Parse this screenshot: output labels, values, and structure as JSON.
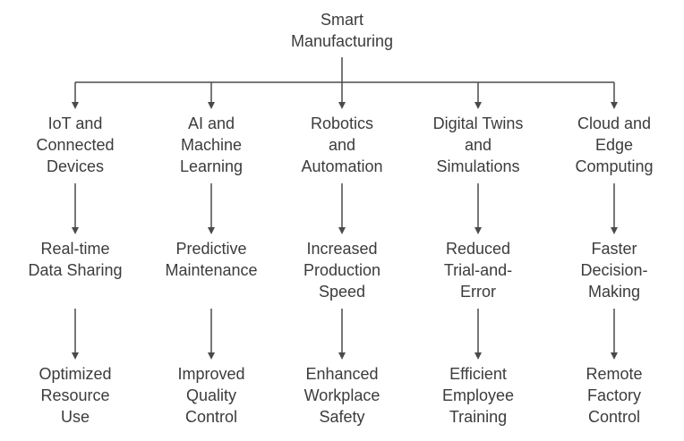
{
  "colors": {
    "line": "#4a4a4a",
    "text": "#3c3c3c",
    "background": "#ffffff"
  },
  "root": {
    "label": "Smart\nManufacturing"
  },
  "branches": [
    {
      "technology": "IoT and\nConnected\nDevices",
      "benefit": "Real-time\nData Sharing",
      "outcome": "Optimized\nResource\nUse"
    },
    {
      "technology": "AI and\nMachine\nLearning",
      "benefit": "Predictive\nMaintenance",
      "outcome": "Improved\nQuality\nControl"
    },
    {
      "technology": "Robotics\nand\nAutomation",
      "benefit": "Increased\nProduction\nSpeed",
      "outcome": "Enhanced\nWorkplace\nSafety"
    },
    {
      "technology": "Digital Twins\nand\nSimulations",
      "benefit": "Reduced\nTrial-and-\nError",
      "outcome": "Efficient\nEmployee\nTraining"
    },
    {
      "technology": "Cloud and\nEdge\nComputing",
      "benefit": "Faster\nDecision-\nMaking",
      "outcome": "Remote\nFactory\nControl"
    }
  ]
}
